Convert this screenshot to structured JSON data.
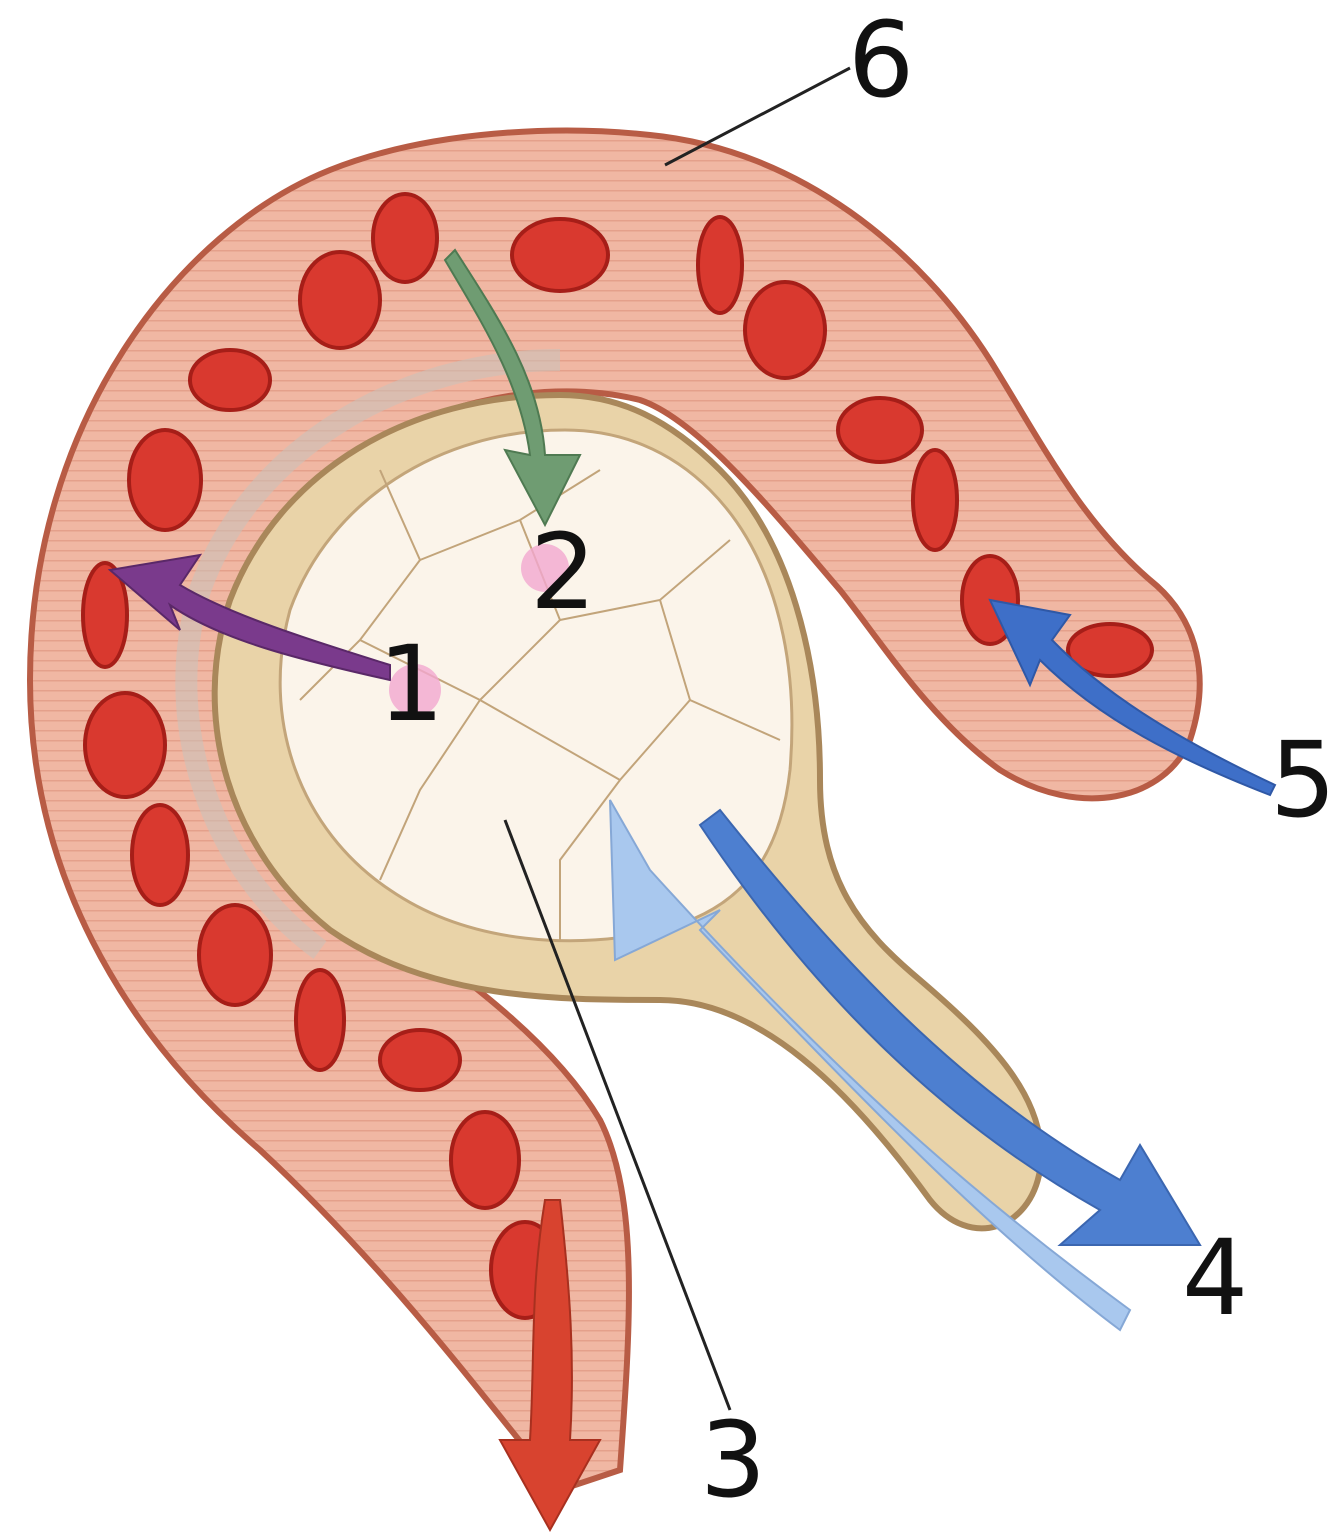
{
  "figure": {
    "labels": {
      "l1": "1",
      "l2": "2",
      "l3": "3",
      "l4": "4",
      "l5": "5",
      "l6": "6"
    },
    "colors": {
      "capillary_wall": "#d98a72",
      "capillary_fill": "#f2b7a4",
      "red_blood_cell": "#d9392f",
      "alveolus_wall": "#e8cfa2",
      "alveolus_lumen": "#fbf3e8",
      "arrow_1": "#7a3a8c",
      "arrow_2": "#6f9c72",
      "arrow_inhale": "#a9c8ee",
      "arrow_exhale": "#4d7fd0",
      "arrow_5": "#3e6fc8",
      "arrow_outflow": "#d8432f"
    }
  }
}
